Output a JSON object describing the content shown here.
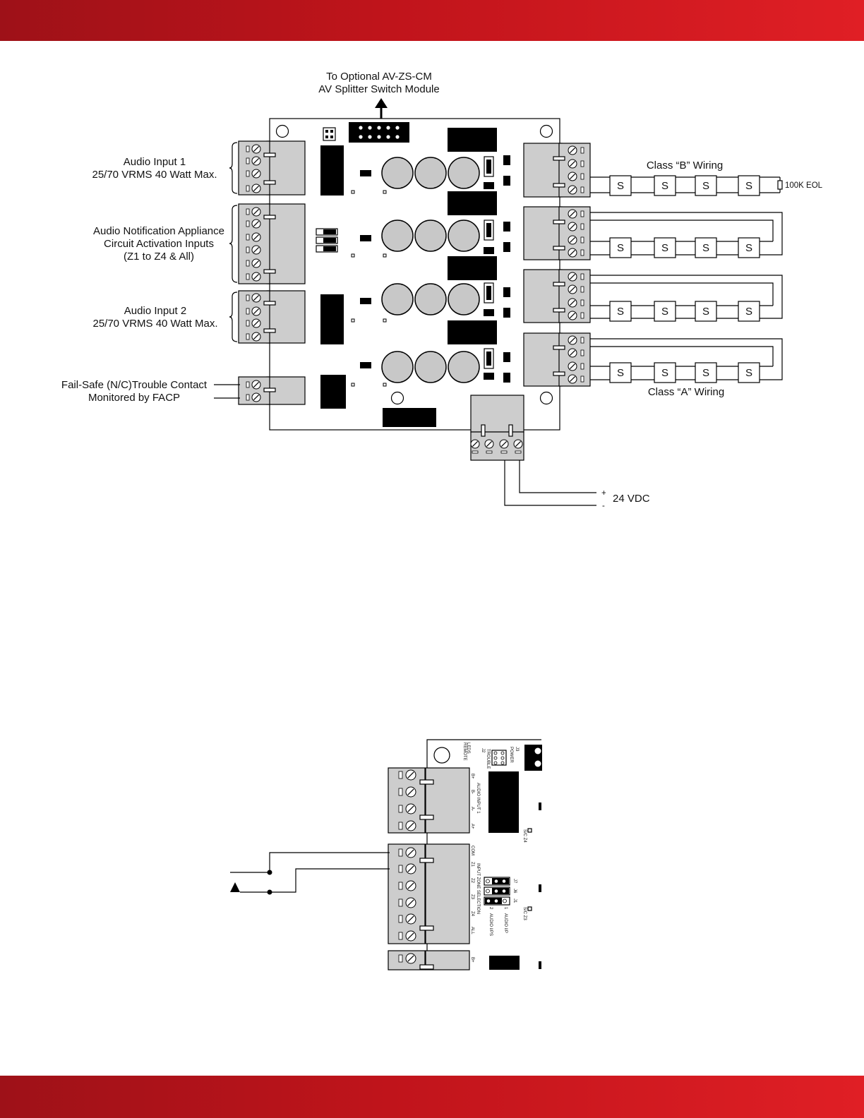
{
  "colors": {
    "band": "#c0141b",
    "connector": "#cdcdcd",
    "line": "#000000"
  },
  "labels": {
    "optional_module": [
      "To Optional AV-ZS-CM",
      "AV Splitter Switch Module"
    ],
    "audio_input_1": [
      "Audio Input 1",
      "25/70 VRMS 40 Watt Max."
    ],
    "activation_inputs": [
      "Audio Notification Appliance",
      "Circuit Activation Inputs",
      "(Z1 to Z4 & All)"
    ],
    "audio_input_2": [
      "Audio Input 2",
      "25/70 VRMS 40 Watt Max."
    ],
    "trouble_contact": [
      "Fail-Safe (N/C)Trouble Contact",
      "Monitored by FACP"
    ],
    "class_b": "Class “B” Wiring",
    "class_a": "Class “A” Wiring",
    "eol": "100K EOL",
    "speaker": "S",
    "power": "24 VDC",
    "plus": "+",
    "minus": "-"
  },
  "detail_labels": {
    "j3": "J3",
    "power": "POWER",
    "trouble": "TROUBLE",
    "j2": "J2",
    "leds": "LEDS",
    "remote": "REMOTE",
    "bplus": "B+",
    "bminus": "B-",
    "aminus": "A-",
    "aplus": "A+",
    "audio_input_1": "AUDIO INPUT 1",
    "sc_z4": "S/C Z4",
    "com": "COM",
    "z1": "Z1",
    "z2": "Z2",
    "z3": "Z3",
    "z4": "Z4",
    "all": "ALL",
    "input_zone_selection": "INPUT ZONE SELECTION",
    "j7": "J7",
    "j6": "J6",
    "j1": "J1",
    "one": "1",
    "two": "2",
    "audio_ip": "AUDIO I/P",
    "audio_ips": "AUDIO I/PS",
    "sc_z3": "S/C Z3"
  }
}
